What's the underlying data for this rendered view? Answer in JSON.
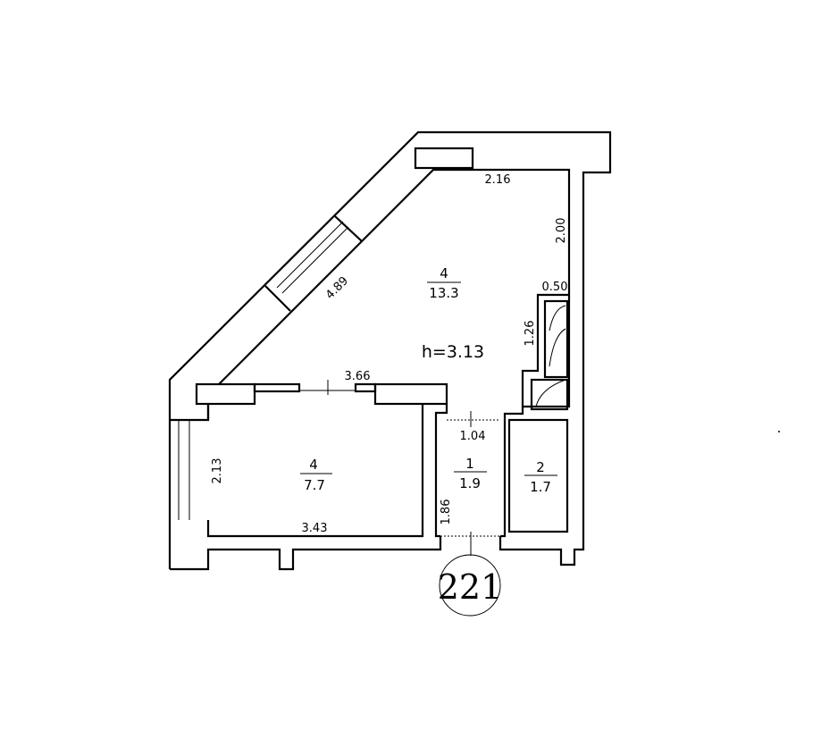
{
  "plan": {
    "apartment_number": "221",
    "ceiling_height": "h=3.13",
    "rooms": [
      {
        "number": "4",
        "area": "13.3"
      },
      {
        "number": "4",
        "area": "7.7"
      },
      {
        "number": "1",
        "area": "1.9"
      },
      {
        "number": "2",
        "area": "1.7"
      }
    ],
    "dimensions": {
      "top": "2.16",
      "right": "2.00",
      "closet_width": "0.50",
      "closet_height": "1.26",
      "diagonal": "4.89",
      "partition": "3.66",
      "bath_width": "1.04",
      "left_room_height": "2.13",
      "left_room_width": "3.43",
      "bath_height": "1.86"
    }
  }
}
